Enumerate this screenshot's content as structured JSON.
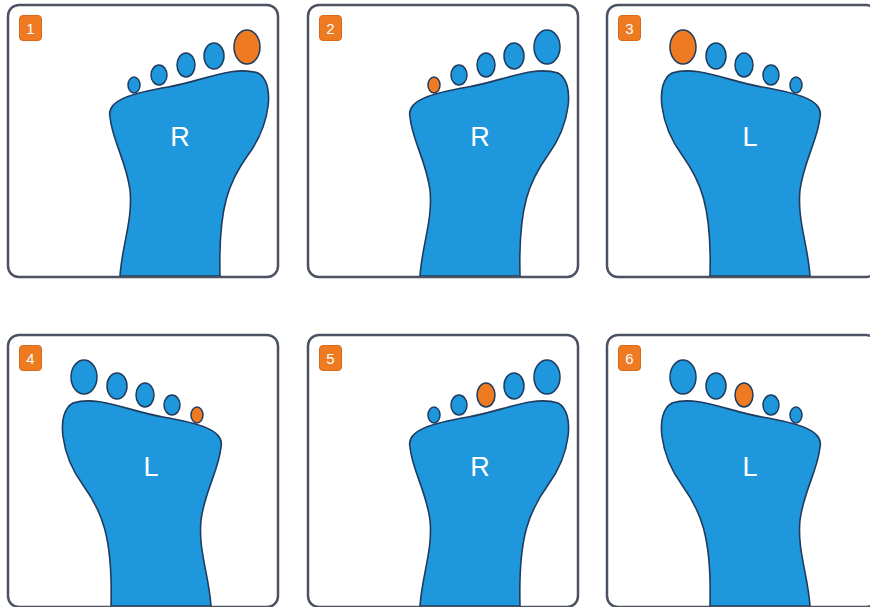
{
  "diagram": {
    "nodes": [
      {
        "text": [
          "1"
        ]
      },
      {
        "text": [
          "R"
        ]
      },
      {
        "text": [
          "2"
        ]
      },
      {
        "text": [
          "R"
        ]
      },
      {
        "text": [
          "3"
        ]
      },
      {
        "text": [
          "L"
        ]
      },
      {
        "text": [
          "4"
        ]
      },
      {
        "text": [
          "L"
        ]
      },
      {
        "text": [
          "5"
        ]
      },
      {
        "text": [
          "R"
        ]
      },
      {
        "text": [
          "6"
        ]
      },
      {
        "text": [
          "L"
        ]
      }
    ]
  }
}
